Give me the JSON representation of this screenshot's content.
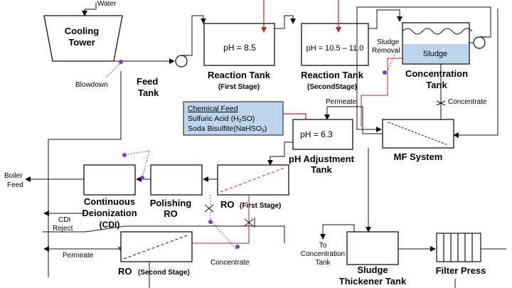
{
  "inputs": {
    "water": "Water"
  },
  "units": {
    "cooling_tower": [
      "Cooling",
      "Tower"
    ],
    "feed_tank": [
      "Feed",
      "Tank"
    ],
    "reaction_tank_1": {
      "ph": "pH = 8.5",
      "name": "Reaction Tank",
      "stage": "(First Stage)"
    },
    "reaction_tank_2": {
      "ph": "pH = 10.5 – 11.0",
      "name": "Reaction Tank",
      "stage": "(SecondStage)"
    },
    "concentration_tank": {
      "sludge": "Sludge",
      "name": [
        "Concentration",
        "Tank"
      ]
    },
    "ph_adjustment_tank": {
      "ph": "pH = 6.3",
      "name": [
        "pH Adjustment",
        "Tank"
      ]
    },
    "mf_system": "MF System",
    "cdi": [
      "Continuous",
      "Deionization",
      "(CDI)"
    ],
    "polishing_ro": [
      "Polishing",
      "RO"
    ],
    "ro_first": {
      "name": "RO",
      "stage": "(First Stage)"
    },
    "ro_second": {
      "name": "RO",
      "stage": "(Second Stage)"
    },
    "sludge_thickener": [
      "Sludge",
      "Thickener Tank"
    ],
    "filter_press": "Filter Press"
  },
  "chemical_feed": {
    "title": "Chemical Feed",
    "line1": "Sulfuric Acid (H",
    "line1_sub": "2",
    "line1_end": "SO)",
    "line2": "Soda Bisulfite(NaHSO",
    "line2_sub": "3",
    "line2_end": ")",
    "fill": "#bcd4ec"
  },
  "stream_labels": {
    "blowdown": "Blowdown",
    "sludge_removal": [
      "Sludge",
      "Removal"
    ],
    "permeate_top": "Permeate",
    "concentrate_right": "Concentrate",
    "boiler_feed": [
      "Boiler",
      "Feed"
    ],
    "cdi_reject": [
      "CDI",
      "Reject"
    ],
    "permeate_bottom": "Permeate",
    "concentrate_bottom": "Concentrate",
    "to_concentration_tank": [
      "To",
      "Concentration",
      "Tank"
    ]
  },
  "colors": {
    "chem_line": "#c0202a",
    "reject_line": "#7a3fbf",
    "sludge_fill": "#bcd4ec",
    "line": "#111111"
  }
}
